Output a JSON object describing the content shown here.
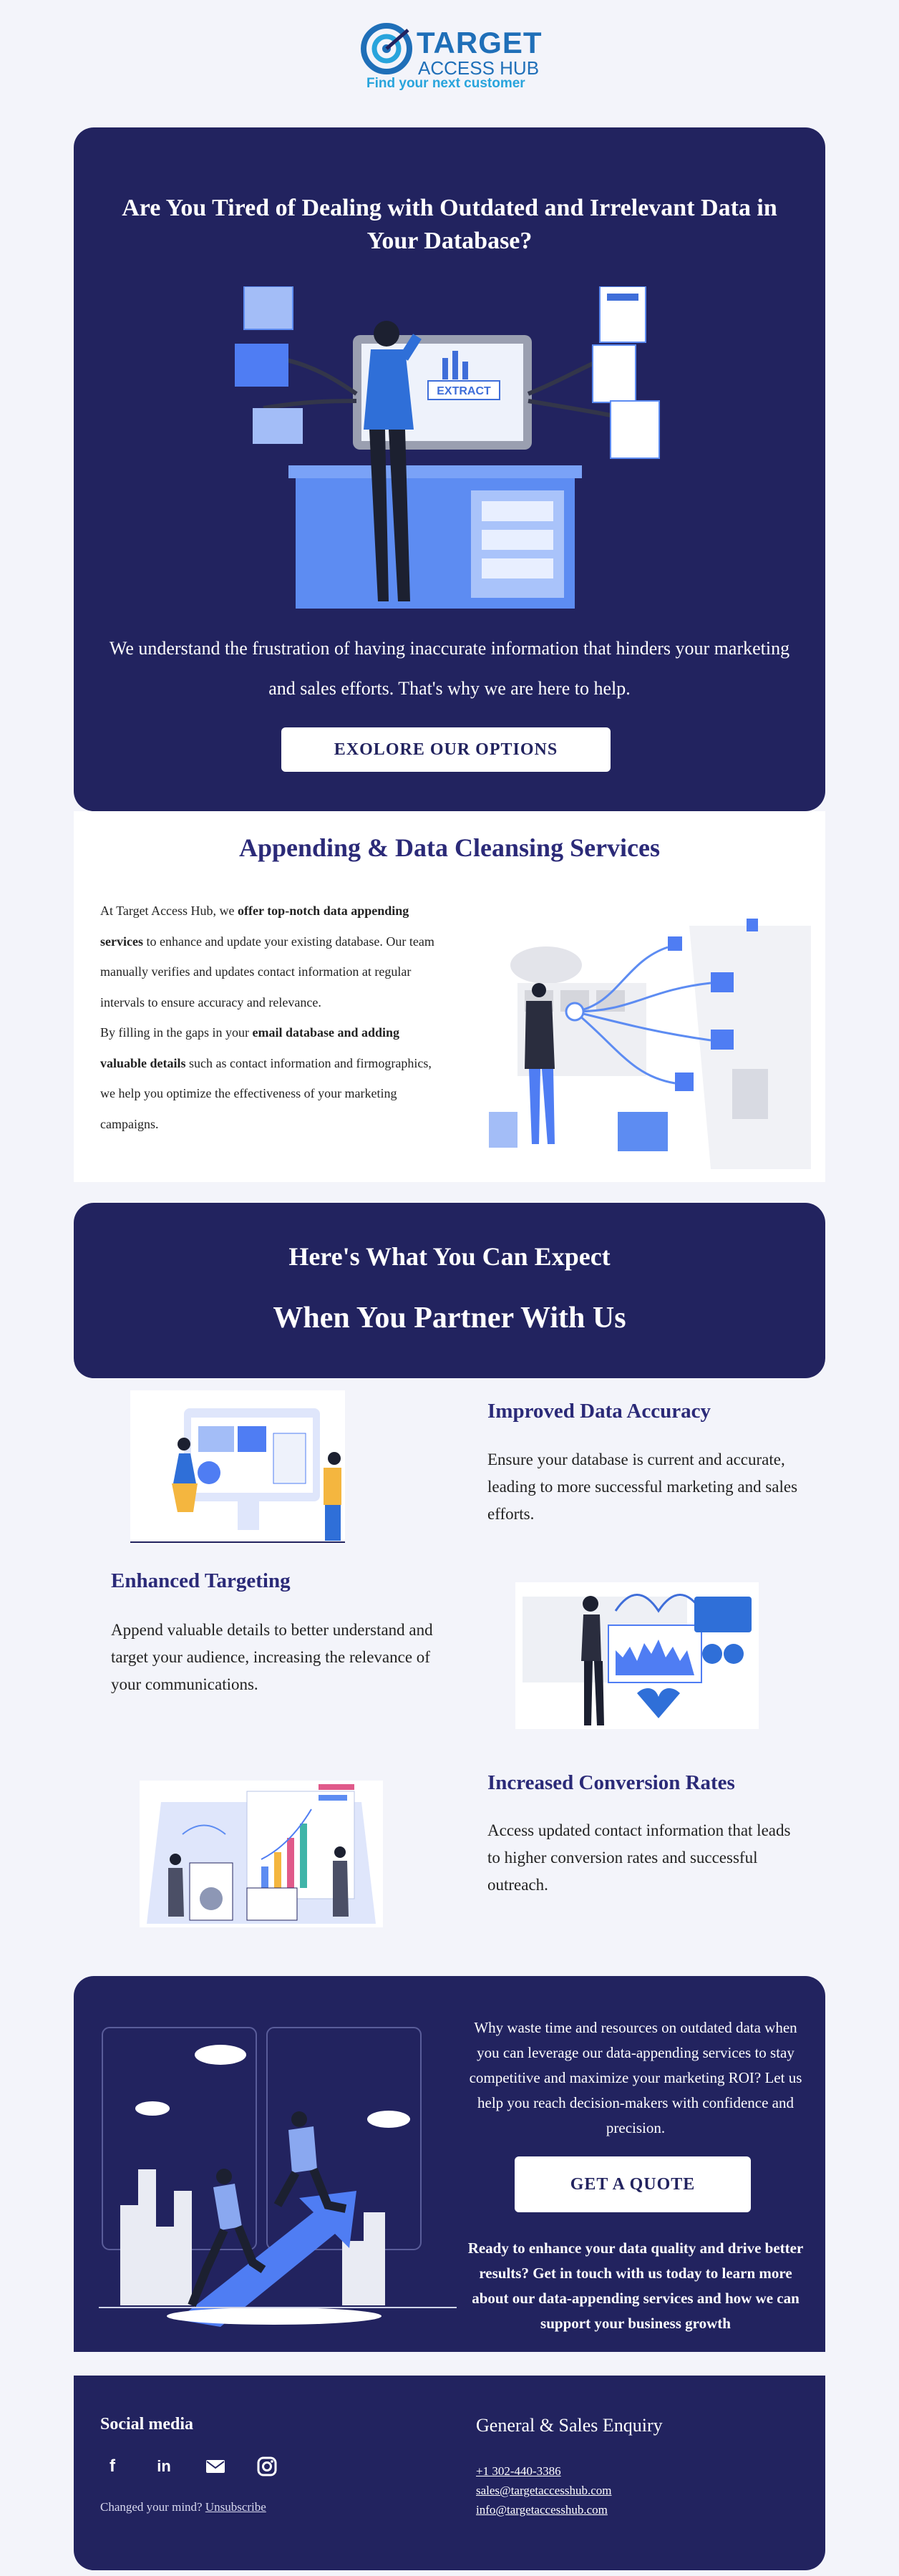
{
  "brand": {
    "name_line1": "TARGET",
    "name_line2": "ACCESS HUB",
    "tagline": "Find your next customer",
    "colors": {
      "navy": "#22235f",
      "blue": "#1f6fb8",
      "light_blue": "#28a4dc",
      "accent": "#4f7df3"
    }
  },
  "hero": {
    "title": "Are You Tired of Dealing with Outdated and Irrelevant Data in Your Database?",
    "illustration_label": "EXTRACT",
    "intro": "We understand the frustration of having inaccurate information that hinders your marketing and sales efforts. That's why we are here to help.",
    "button": "EXOLORE OUR OPTIONS"
  },
  "services": {
    "title": "Appending & Data Cleansing Services",
    "p1_a": "At Target Access Hub, we ",
    "p1_bold": "offer top-notch data appending services",
    "p1_b": " to enhance and update your existing database. Our team manually verifies and updates contact information at regular intervals to ensure accuracy and relevance.",
    "p2_a": "By filling in the gaps in your ",
    "p2_bold": "email database and adding valuable details",
    "p2_b": " such as contact information and firmographics, we help you optimize the effectiveness of your marketing campaigns."
  },
  "partner": {
    "line1": "Here's What You Can Expect",
    "line2": "When You Partner With Us"
  },
  "features": [
    {
      "title": "Improved Data Accuracy",
      "desc": "Ensure your database is current and accurate, leading to more successful marketing and sales efforts."
    },
    {
      "title": "Enhanced Targeting",
      "desc": "Append valuable details to better understand and target your audience, increasing the relevance of your communications."
    },
    {
      "title": "Increased Conversion Rates",
      "desc": "Access updated contact information that leads to higher conversion rates and successful outreach."
    }
  ],
  "cta": {
    "text": "Why waste time and resources on outdated data when you can leverage our data-appending services to stay competitive and maximize your marketing ROI? Let us help you reach decision-makers with confidence and precision.",
    "button": "GET A QUOTE",
    "closing": "Ready to enhance your data quality and drive better results? Get in touch with us today to learn more about our data-appending services and how we can support your business growth"
  },
  "footer": {
    "social_title": "Social media",
    "social_icons": [
      "facebook-icon",
      "linkedin-icon",
      "mail-icon",
      "instagram-icon"
    ],
    "unsub_prefix": "Changed your mind? ",
    "unsub_link": "Unsubscribe",
    "enquiry_title": "General & Sales Enquiry",
    "phone": "+1 302-440-3386",
    "email_sales": "sales@targetaccesshub.com",
    "email_info": "info@targetaccesshub.com"
  }
}
